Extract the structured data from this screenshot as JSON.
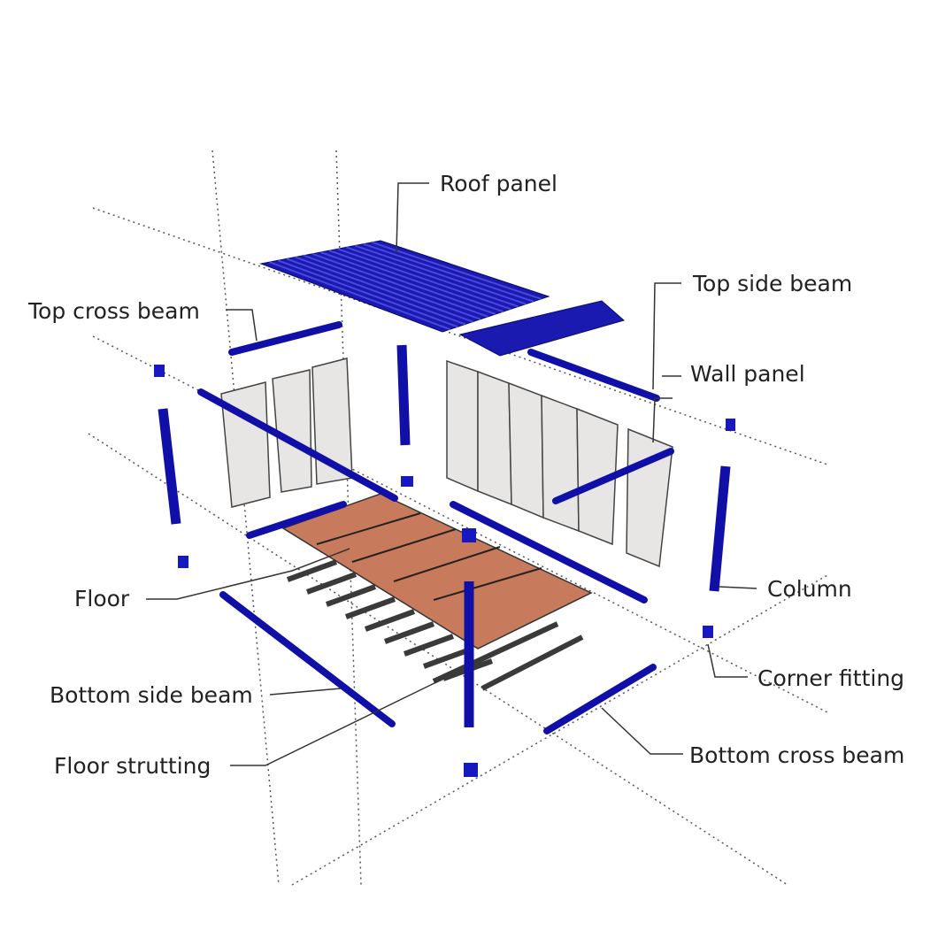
{
  "labels": {
    "roof_panel": "Roof panel",
    "top_side_beam": "Top side beam",
    "top_cross_beam": "Top cross beam",
    "wall_panel": "Wall panel",
    "column": "Column",
    "floor": "Floor",
    "corner_fitting": "Corner fitting",
    "bottom_side_beam": "Bottom side beam",
    "floor_strutting": "Floor strutting",
    "bottom_cross_beam": "Bottom cross beam"
  },
  "colors": {
    "steel": "#1010a8",
    "floor": "#c87a5c",
    "wall": "#e8e6e4",
    "strut": "#444444"
  }
}
